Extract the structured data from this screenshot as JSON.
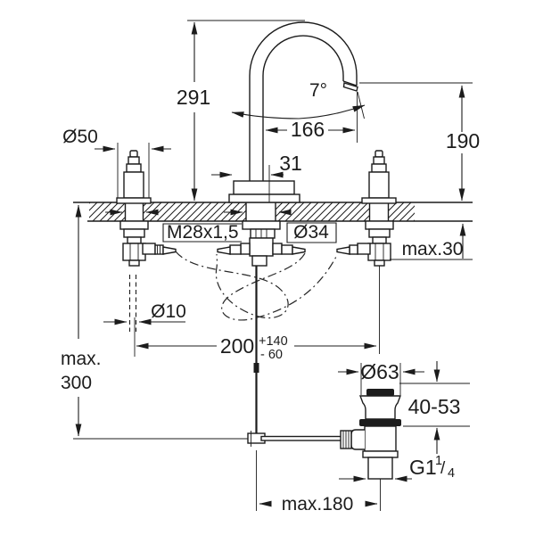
{
  "colors": {
    "background": "#ffffff",
    "ink": "#1c1c1c"
  },
  "drawing_type": "faucet-installation-technical-drawing",
  "dimensions": {
    "total_height": "291",
    "spout_angle": "7°",
    "spout_reach": "166",
    "spout_offset": "31",
    "outlet_height": "190",
    "handle_escutcheon_dia": "Ø50",
    "shank_thread": "M28x1,5",
    "center_hole_dia": "Ø34",
    "deck_thickness_max": "max.30",
    "pull_rod_dia": "Ø10",
    "under_deck_max_line1": "max.",
    "under_deck_max_line2": "300",
    "hole_spacing": "200",
    "hole_spacing_tol_plus": "+140",
    "hole_spacing_tol_minus": "- 60",
    "waste_flange_dia": "Ø63",
    "basin_thickness_range": "40-53",
    "waste_thread_base": "G1",
    "waste_thread_numerator": "1",
    "waste_thread_slash": "/",
    "waste_thread_denominator": "4",
    "rod_to_waste_max": "max.180"
  }
}
